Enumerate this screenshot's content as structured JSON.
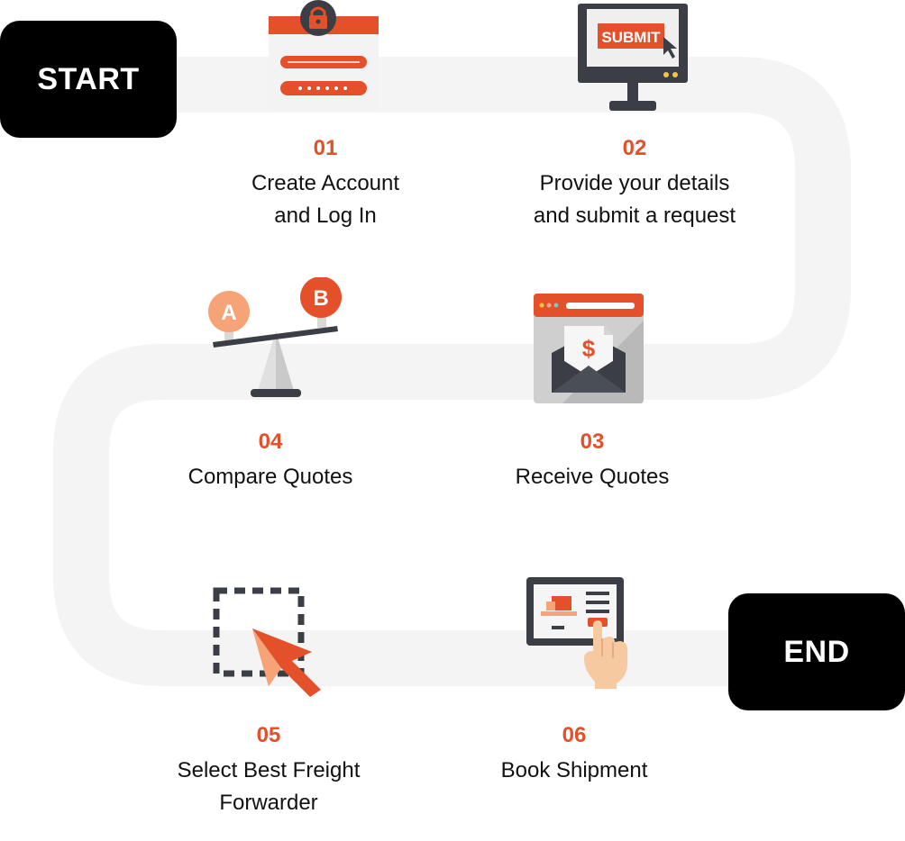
{
  "terminals": {
    "start": "START",
    "end": "END"
  },
  "steps": [
    {
      "number": "01",
      "label_lines": [
        "Create Account",
        "and Log In"
      ],
      "icon": "login-form-icon"
    },
    {
      "number": "02",
      "label_lines": [
        "Provide your details",
        "and submit a request"
      ],
      "icon": "monitor-submit-icon",
      "icon_text": "SUBMIT"
    },
    {
      "number": "03",
      "label_lines": [
        "Receive Quotes"
      ],
      "icon": "email-quote-icon",
      "icon_text": "$"
    },
    {
      "number": "04",
      "label_lines": [
        "Compare Quotes"
      ],
      "icon": "balance-scale-icon",
      "icon_text_a": "A",
      "icon_text_b": "B"
    },
    {
      "number": "05",
      "label_lines": [
        "Select Best Freight",
        "Forwarder"
      ],
      "icon": "selection-cursor-icon"
    },
    {
      "number": "06",
      "label_lines": [
        "Book Shipment"
      ],
      "icon": "tablet-touch-icon"
    }
  ],
  "colors": {
    "accent": "#e4502a",
    "track": "#f4f4f4",
    "terminal": "#000000",
    "dark": "#3b3e45"
  }
}
